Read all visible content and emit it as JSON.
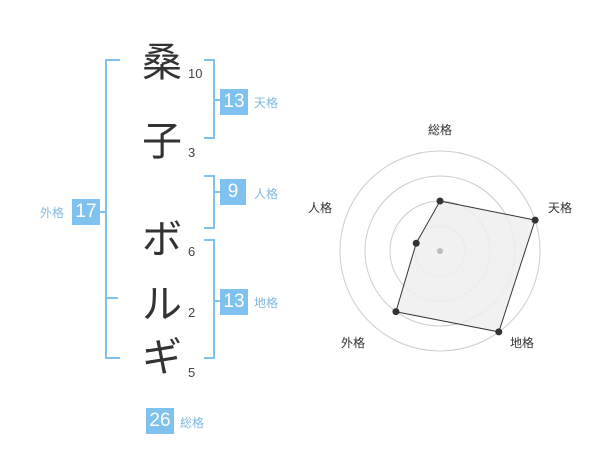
{
  "name": {
    "characters": [
      {
        "char": "桑",
        "strokes": "10"
      },
      {
        "char": "子",
        "strokes": "3"
      },
      {
        "char": "ボ",
        "strokes": "6"
      },
      {
        "char": "ル",
        "strokes": "2"
      },
      {
        "char": "ギ",
        "strokes": "5"
      }
    ]
  },
  "fortune": {
    "tenkaku": {
      "value": "13",
      "label": "天格"
    },
    "jinkaku": {
      "value": "9",
      "label": "人格"
    },
    "chikaku": {
      "value": "13",
      "label": "地格"
    },
    "gaikaku": {
      "value": "17",
      "label": "外格"
    },
    "soukaku": {
      "value": "26",
      "label": "総格"
    }
  },
  "radar": {
    "axes": [
      "総格",
      "天格",
      "地格",
      "外格",
      "人格"
    ],
    "levels": 4,
    "values": [
      2,
      4,
      4,
      3,
      1
    ],
    "max": 4
  },
  "colors": {
    "accent": "#7fc2f0",
    "bracket": "#7fc2f0",
    "label": "#7fb8e0",
    "polygon_fill": "#eeeeee",
    "polygon_stroke": "#333333",
    "ring": "#cccccc"
  }
}
